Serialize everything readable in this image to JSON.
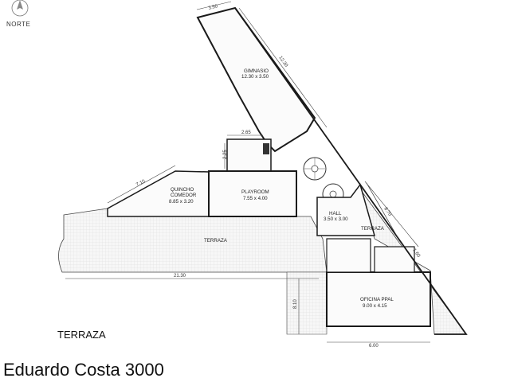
{
  "compass": {
    "label": "NORTE",
    "icon": "north-compass-icon"
  },
  "rooms": {
    "gimnasio": {
      "name": "GIMNASIO",
      "size": "12.30 x 3.50"
    },
    "quincho": {
      "name_line1": "QUINCHO",
      "name_line2": "COMEDOR",
      "size": "8.85 x 3.20"
    },
    "playroom": {
      "name": "PLAYROOM",
      "size": "7.55 x 4.00"
    },
    "hall": {
      "name": "HALL",
      "size": "3.50 x 3.00"
    },
    "oficina": {
      "name": "OFICINA PPAL",
      "size": "9.00 x 4.15"
    },
    "terraza_main": {
      "name": "TERRAZA"
    },
    "terraza_right": {
      "name": "TERRAZA"
    }
  },
  "dimensions": {
    "top_width": "3.50",
    "diagonal_long": "12.30",
    "bath_width": "2.65",
    "bath_height": "2.25",
    "quincho_diag": "7.10",
    "right_diag": "8.70",
    "right_small": "1.60",
    "terraza_width": "21.30",
    "lower_height": "8.10",
    "bottom_width": "6.00"
  },
  "caption": {
    "terraza": "TERRAZA"
  },
  "address": "Eduardo Costa 3000",
  "colors": {
    "wall": "#1a1a1a",
    "grid": "#cfcfcf",
    "floor": "#f6f6f6"
  }
}
